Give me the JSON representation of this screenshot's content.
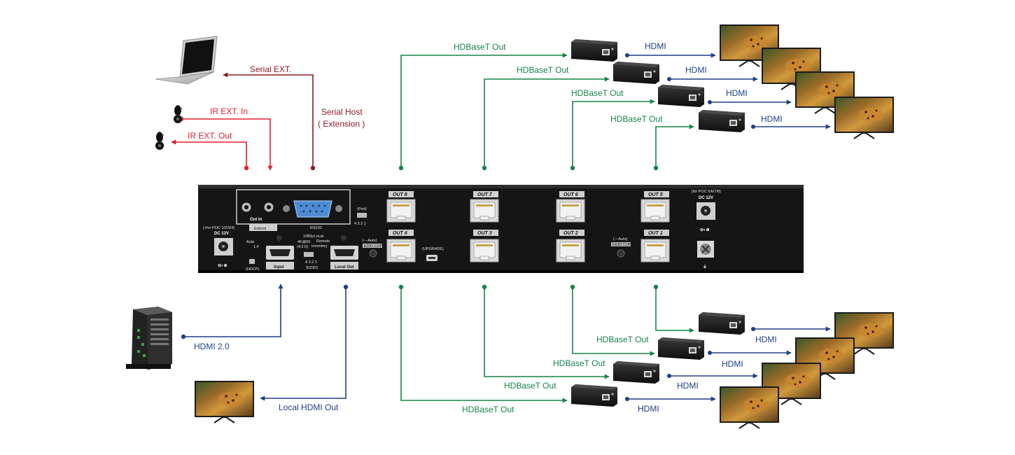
{
  "colors": {
    "green": "#17834a",
    "blue": "#1d3f86",
    "red": "#e0202f",
    "dark_red": "#8c1a1e",
    "chassis": "#151515"
  },
  "labels": {
    "hdbaset_out": "HDBaseT Out",
    "hdmi": "HDMI",
    "serial_ext": "Serial EXT.",
    "serial_host_line1": "Serial Host",
    "serial_host_line2": "( Extension )",
    "ir_ext_in": "IR EXT. In",
    "ir_ext_out": "IR EXT. Out",
    "hdmi_20": "HDMI 2.0",
    "local_hdmi_out": "Local HDMI Out"
  },
  "panel": {
    "poc_left_note": "(+for POC 1/2/3/4)",
    "dc_left": "DC 12V",
    "poc_right_note": "(for POC 5/6/7/8)",
    "dc_right": "DC 12V",
    "extend": "Extend",
    "out_in": "Out In",
    "port_note": "(Port)",
    "port_nums": "4 3 2 1",
    "rs232": "RS232",
    "input": "Input",
    "local_out": "Local Out",
    "upgrade": "(UPGRADE)",
    "auto_left": "(---Auto)",
    "edid_copy": "EDID COPY",
    "auto_right": "(---Auto)",
    "edid_copy_right": "EDID COPY",
    "sw_auto": "Auto",
    "sw_14": "1.4",
    "mode_1080": "1080p",
    "mode_4k": "4K@60",
    "mode_420": "(4:2:0)",
    "sw_local": "Local",
    "sw_remote": "Remote",
    "sw_inventory": "Inventory",
    "hdcp": "(HDCP)",
    "edid_label": "(EDID)",
    "dip_nums": "4 3 2 1",
    "ports": {
      "top": [
        "OUT 8",
        "OUT 7",
        "OUT 6",
        "OUT 5"
      ],
      "bottom": [
        "OUT 4",
        "OUT 3",
        "OUT 2",
        "OUT 1"
      ]
    }
  }
}
